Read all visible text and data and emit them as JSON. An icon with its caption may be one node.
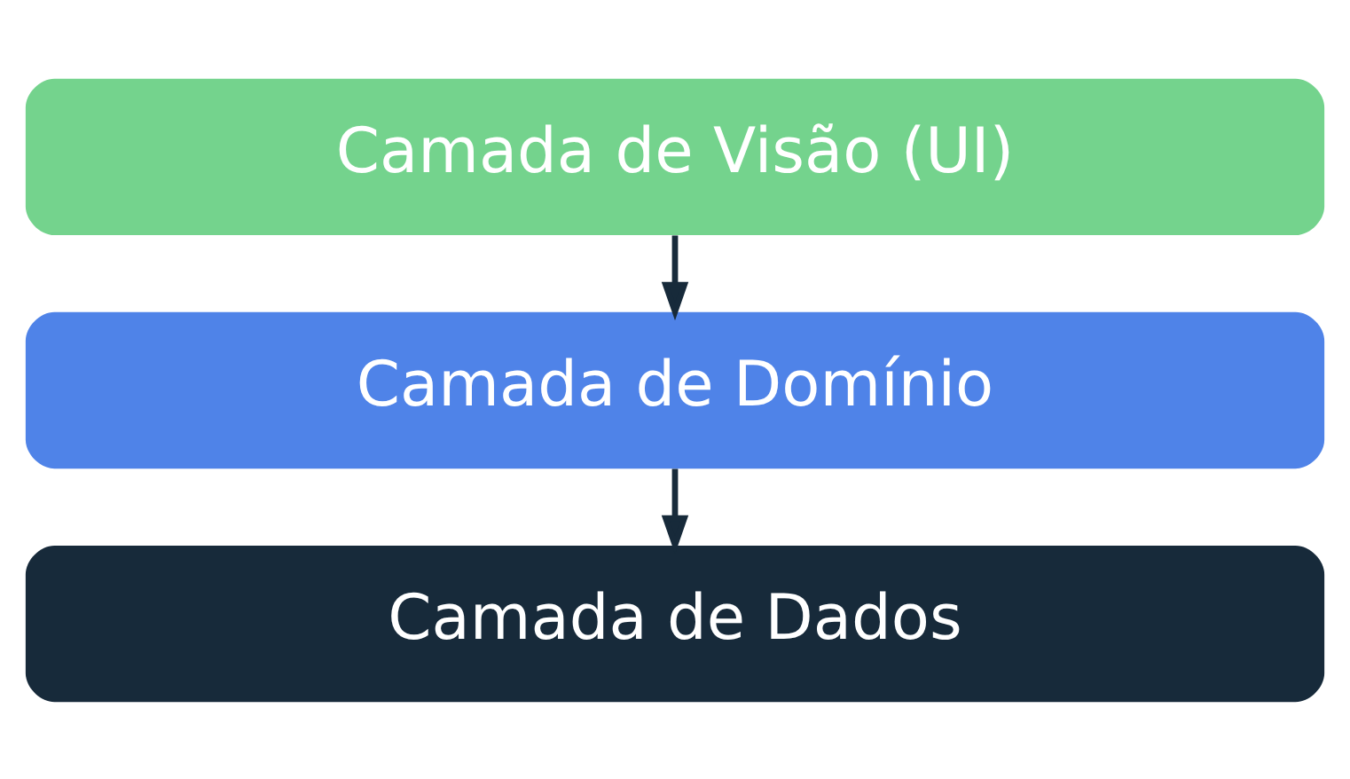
{
  "diagram": {
    "nodes": [
      {
        "text": [
          "Camada de Visão (UI)"
        ]
      },
      {
        "text": [
          "Camada de Domínio"
        ]
      },
      {
        "text": [
          "Camada de Dados"
        ]
      }
    ],
    "edges": [
      {
        "from": 0,
        "to": 1,
        "arrow": "to"
      },
      {
        "from": 1,
        "to": 2,
        "arrow": "to"
      }
    ]
  }
}
